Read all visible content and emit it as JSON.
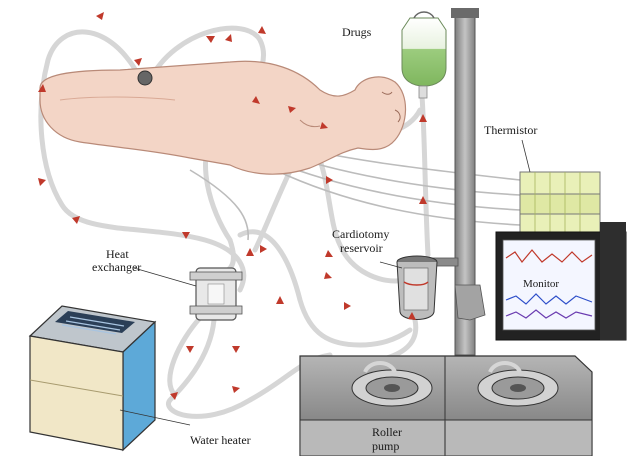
{
  "labels": {
    "drugs": "Drugs",
    "thermistor": "Thermistor",
    "cardiotomy_line1": "Cardiotomy",
    "cardiotomy_line2": "reservoir",
    "monitor": "Monitor",
    "heat_exchanger_line1": "Heat",
    "heat_exchanger_line2": "exchanger",
    "water_heater": "Water heater",
    "roller_pump_line1": "Roller",
    "roller_pump_line2": "pump"
  },
  "colors": {
    "tubing": "#d6d6d6",
    "skin": "#f3d5c6",
    "flow_arrow": "#c0392b",
    "iv_fluid": "#9ccc7e",
    "pole": "#9a9a9a",
    "pump_body": "#8c8c8c",
    "heater_side": "#5da9d8",
    "heater_front": "#f1e7c7",
    "thermistor": "#e9f0b8",
    "monitor_screen": "#f4f6ff"
  },
  "icons": [
    "patient-figure",
    "iv-bag",
    "iv-pole",
    "heat-exchanger",
    "water-heater",
    "roller-pump",
    "cardiotomy-reservoir",
    "monitor",
    "thermistor"
  ]
}
